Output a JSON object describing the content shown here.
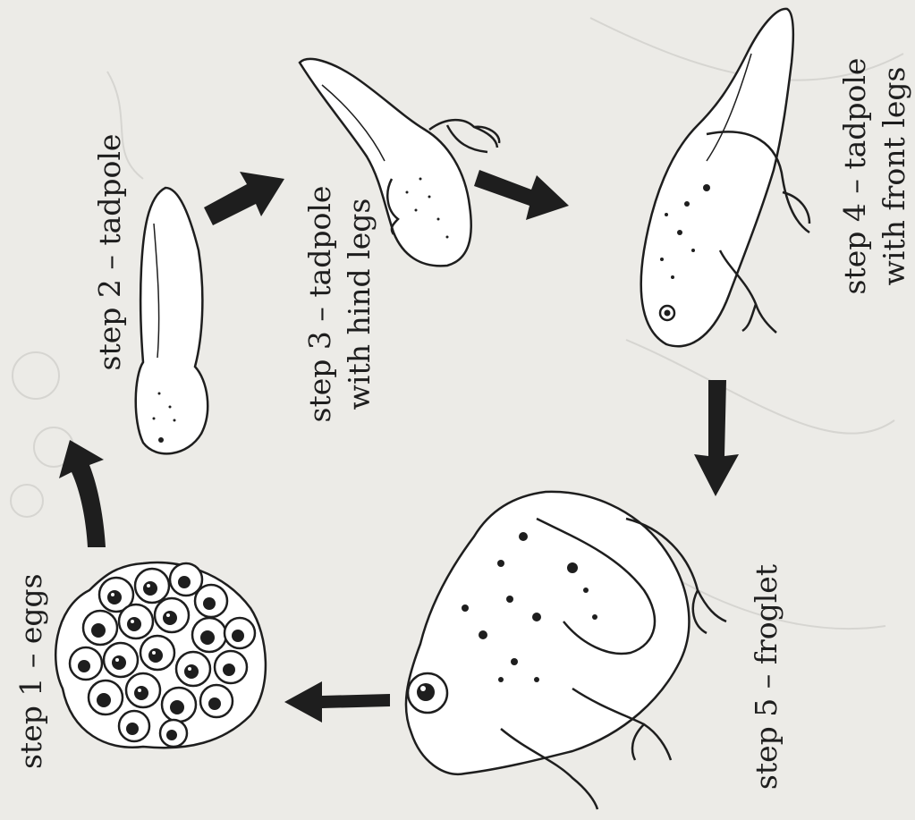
{
  "figure": {
    "stages": [
      {
        "id": "eggs",
        "lines": [
          "step 1 – eggs"
        ]
      },
      {
        "id": "tadpole",
        "lines": [
          "step 2 – tadpole"
        ]
      },
      {
        "id": "hind-legs",
        "lines": [
          "step 3 – tadpole",
          "with hind legs"
        ]
      },
      {
        "id": "front-legs",
        "lines": [
          "step 4 – tadpole",
          "with front legs"
        ]
      },
      {
        "id": "froglet",
        "lines": [
          "step 5 – froglet"
        ]
      }
    ],
    "ink_color": "#1e1e1e",
    "paper_color": "#ecebe7",
    "faint_color": "#d6d5d1"
  }
}
